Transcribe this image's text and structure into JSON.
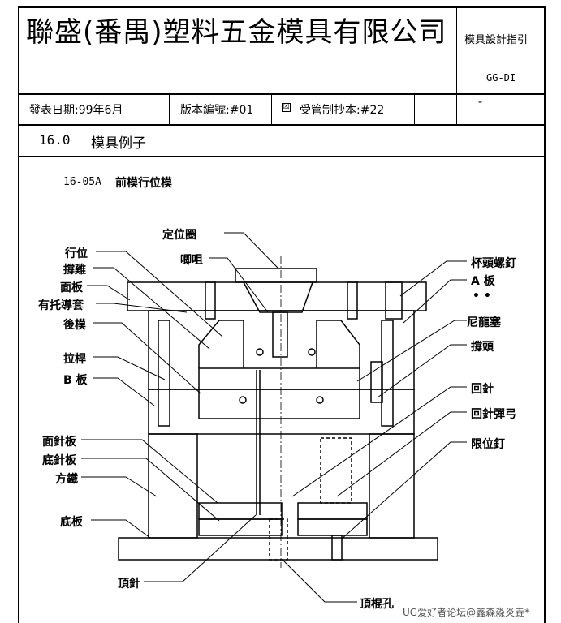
{
  "header": {
    "company": "聯盛(番禺)塑料五金模具有限公司",
    "doc_title": "模具設計指引",
    "doc_code": "GG-DI"
  },
  "meta": {
    "issue_date": "發表日期:99年6月",
    "version": "版本編號:#01",
    "controlled_copy_check": "☒",
    "controlled_copy": "受管制抄本:#22",
    "extra": "-"
  },
  "section": {
    "number": "16.0",
    "title": "模具例子"
  },
  "figure": {
    "code": "16-05A",
    "title": "前模行位模",
    "labels_left": {
      "locating_ring": "定位圈",
      "sprue": "唧咀",
      "slide": "行位",
      "support": "撐雞",
      "top_plate": "面板",
      "guide_bush": "有托導套",
      "core": "後模",
      "puller": "拉桿",
      "b_plate": "B 板",
      "ejector_plate": "面針板",
      "ejector_retainer": "底針板",
      "spacer_block": "方鐵",
      "bottom_plate": "底板",
      "ejector_pin": "頂針"
    },
    "labels_right": {
      "cap_screw": "杯頭螺釘",
      "a_plate": "A 板",
      "dots": "• •",
      "nylon_plug": "尼龍塞",
      "support_head": "撐頭",
      "return_pin": "回針",
      "return_spring": "回針彈弓",
      "stop_pin": "限位釘"
    },
    "label_bottom": {
      "ko_hole": "頂棍孔"
    }
  },
  "watermark": "UG爱好者论坛@鑫森淼炎垚*"
}
